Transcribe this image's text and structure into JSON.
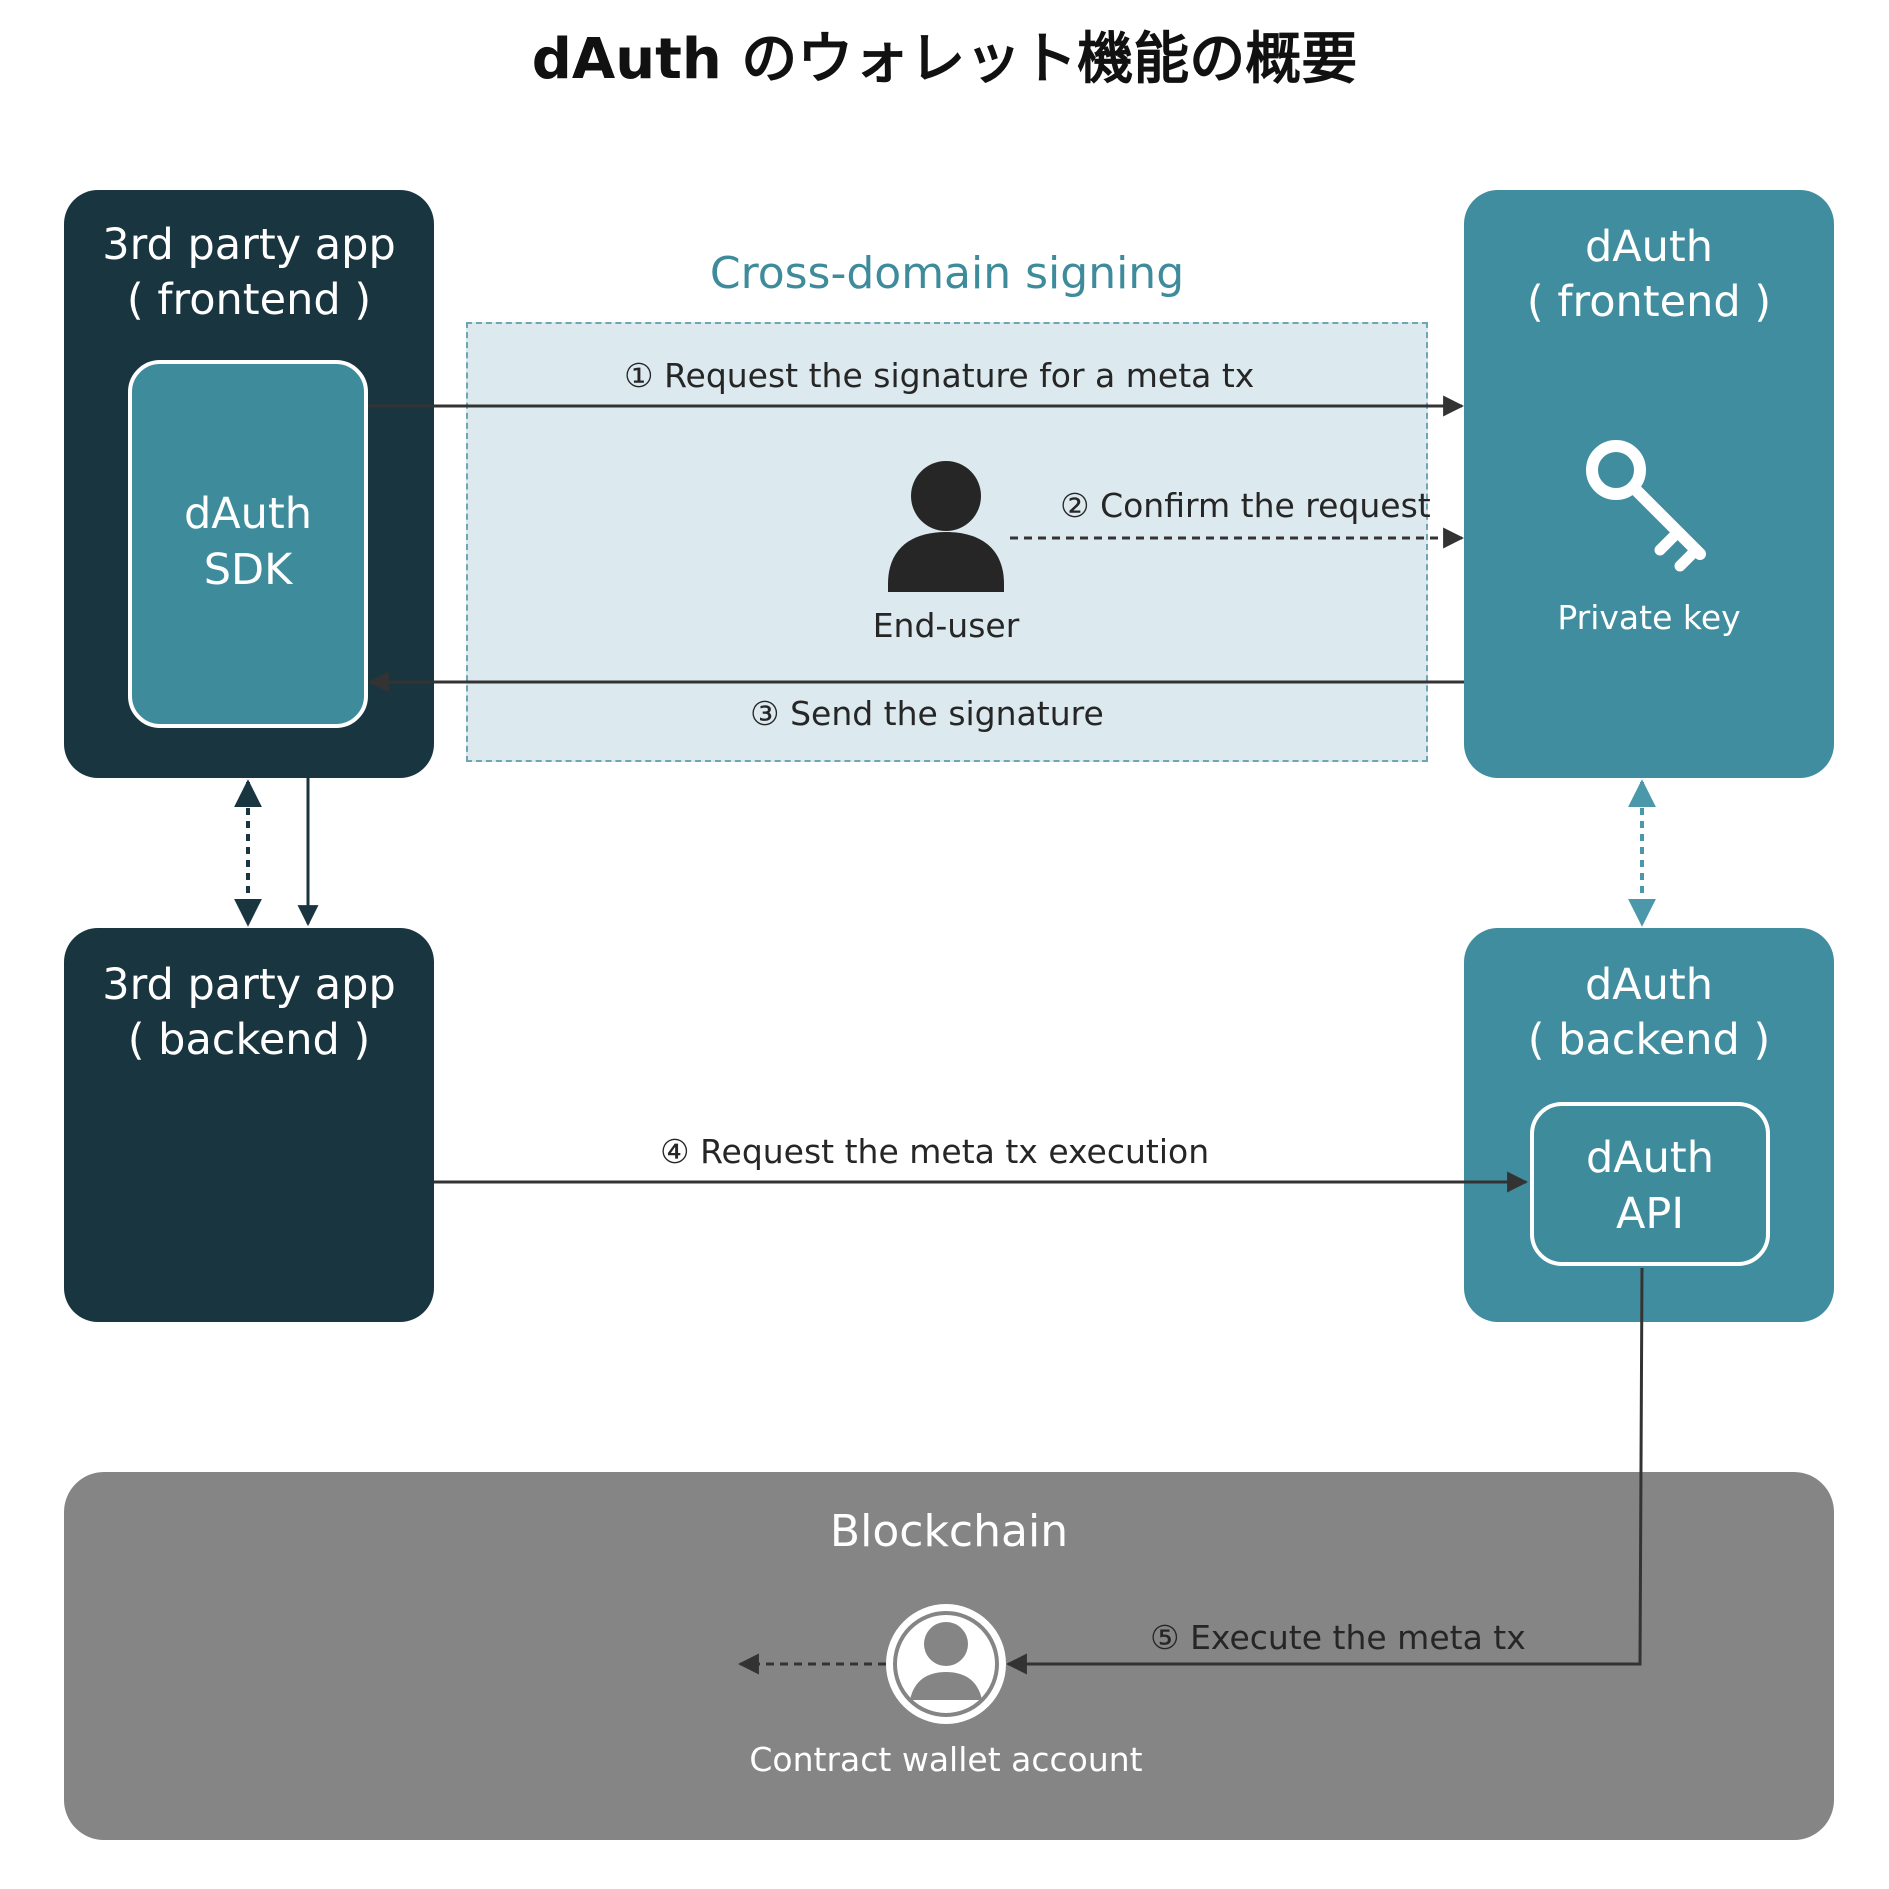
{
  "title": "dAuth のウォレット機能の概要",
  "nodes": {
    "third_frontend": {
      "line1": "3rd party app",
      "line2": "( frontend )"
    },
    "sdk": {
      "line1": "dAuth",
      "line2": "SDK"
    },
    "third_backend": {
      "line1": "3rd party app",
      "line2": "( backend )"
    },
    "dauth_frontend": {
      "line1": "dAuth",
      "line2": "( frontend )"
    },
    "private_key": "Private key",
    "dauth_backend": {
      "line1": "dAuth",
      "line2": "( backend )"
    },
    "api": {
      "line1": "dAuth",
      "line2": "API"
    },
    "blockchain": "Blockchain",
    "end_user": "End-user",
    "contract_wallet": "Contract wallet account"
  },
  "signing_area": {
    "title": "Cross-domain signing"
  },
  "edges": {
    "step1": "① Request the signature for a meta tx",
    "step2": "② Confirm the request",
    "step3": "③ Send the signature",
    "step4": "④ Request the meta tx execution",
    "step5": "⑤ Execute the meta tx"
  },
  "colors": {
    "third_party_box": "#193540",
    "dauth_box": "#408d9f",
    "blockchain_box": "#858585",
    "signing_area": "#dce9ee",
    "accent_text": "#3e8b9c"
  }
}
